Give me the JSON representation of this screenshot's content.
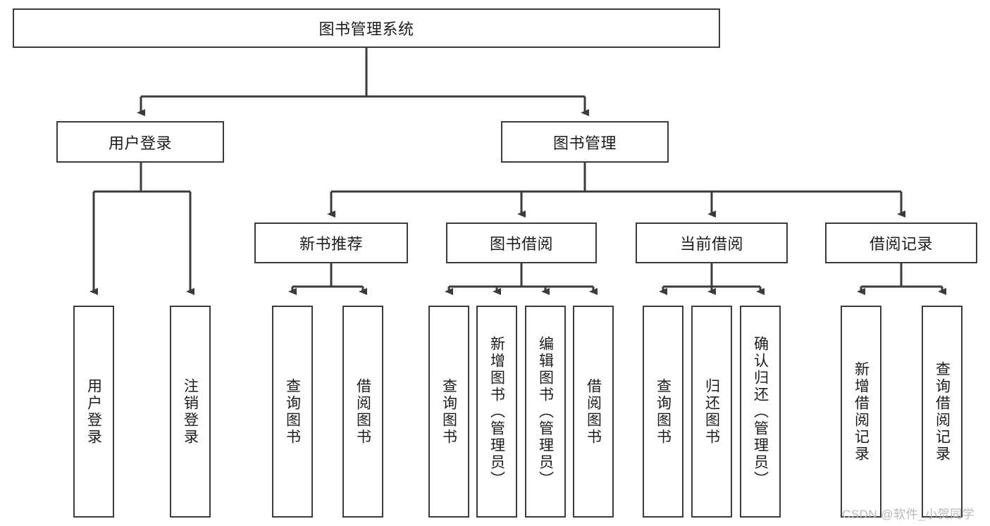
{
  "diagram": {
    "type": "tree",
    "title": "图书管理系统",
    "root": {
      "id": "root",
      "label": "图书管理系统"
    },
    "level2": [
      {
        "id": "user-login",
        "label": "用户登录"
      },
      {
        "id": "book-manage",
        "label": "图书管理"
      }
    ],
    "level3": [
      {
        "id": "new-book-rec",
        "label": "新书推荐",
        "parent": "book-manage"
      },
      {
        "id": "book-borrow",
        "label": "图书借阅",
        "parent": "book-manage"
      },
      {
        "id": "current-borrow",
        "label": "当前借阅",
        "parent": "book-manage"
      },
      {
        "id": "borrow-record",
        "label": "借阅记录",
        "parent": "book-manage"
      }
    ],
    "leaves": [
      {
        "id": "leaf-user-login",
        "label": "用户登录",
        "parent": "user-login"
      },
      {
        "id": "leaf-logout",
        "label": "注销登录",
        "parent": "user-login"
      },
      {
        "id": "leaf-query-book-1",
        "label": "查询图书",
        "parent": "new-book-rec"
      },
      {
        "id": "leaf-borrow-book-1",
        "label": "借阅图书",
        "parent": "new-book-rec"
      },
      {
        "id": "leaf-query-book-2",
        "label": "查询图书",
        "parent": "book-borrow"
      },
      {
        "id": "leaf-add-book",
        "label": "新增图书（管理员）",
        "parent": "book-borrow"
      },
      {
        "id": "leaf-edit-book",
        "label": "编辑图书（管理员）",
        "parent": "book-borrow"
      },
      {
        "id": "leaf-borrow-book-2",
        "label": "借阅图书",
        "parent": "book-borrow"
      },
      {
        "id": "leaf-query-book-3",
        "label": "查询图书",
        "parent": "current-borrow"
      },
      {
        "id": "leaf-return-book",
        "label": "归还图书",
        "parent": "current-borrow"
      },
      {
        "id": "leaf-confirm-return",
        "label": "确认归还（管理员）",
        "parent": "current-borrow"
      },
      {
        "id": "leaf-add-record",
        "label": "新增借阅记录",
        "parent": "borrow-record"
      },
      {
        "id": "leaf-query-record",
        "label": "查询借阅记录",
        "parent": "borrow-record"
      }
    ],
    "colors": {
      "stroke": "#3b3b3b",
      "fill": "#ffffff",
      "text": "#1c1c1c",
      "watermark": "#b9b9b9"
    }
  },
  "watermark": {
    "text": "CSDN @软件_小贺同学"
  }
}
